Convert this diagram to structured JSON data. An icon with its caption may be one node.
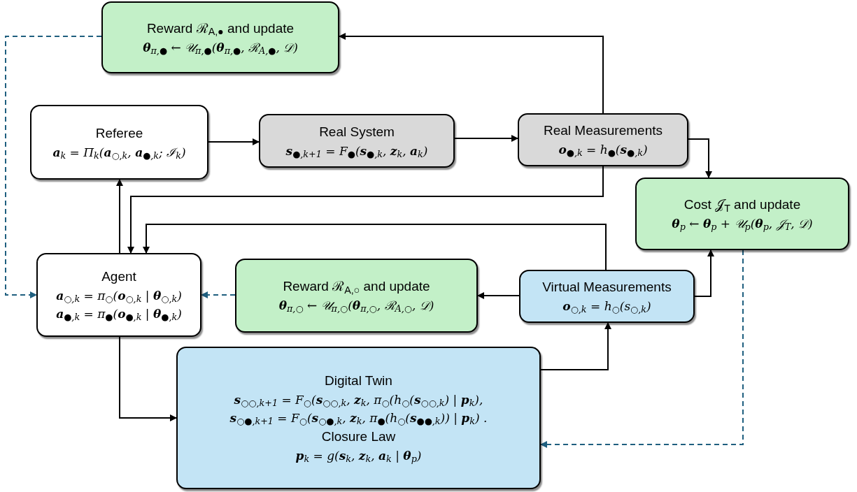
{
  "diagram": {
    "nodes": [
      {
        "text": [
          "Reward ℛ$_{A,●}$ and update",
          "**θ**$_{π,●}$ ← 𝒰$_{π,●}$(**θ**$_{π,●}$, ℛ$_{A,●}$, 𝒟)"
        ]
      },
      {
        "text": [
          "Referee",
          "**a**$_{k}$ = Π$_{k}$(**a**$_{○,k}$, **a**$_{●,k}$; ℐ$_{k}$)"
        ]
      },
      {
        "text": [
          "Real System",
          "**s**$_{●,k+1}$ = F$_{●}$(**s**$_{●,k}$, **z**$_{k}$, **a**$_{k}$)"
        ]
      },
      {
        "text": [
          "Real Measurements",
          "**o**$_{●,k}$ = h$_{●}$(**s**$_{●,k}$)"
        ]
      },
      {
        "text": [
          "Cost 𝒥$_{T}$ and update",
          "**θ**$_{p}$ ← **θ**$_{p}$ + 𝒰$_{p}$(**θ**$_{p}$, 𝒥$_{T}$, 𝒟)"
        ]
      },
      {
        "text": [
          "Agent",
          "**a**$_{○,k}$ = π$_{○}$(**o**$_{○,k}$ | **θ**$_{○,k}$)",
          "**a**$_{●,k}$ = π$_{●}$(**o**$_{●,k}$ | **θ**$_{●,k}$)"
        ]
      },
      {
        "text": [
          "Reward ℛ$_{A,○}$ and update",
          "**θ**$_{π,○}$ ← 𝒰$_{π,○}$(**θ**$_{π,○}$, ℛ$_{A,○}$, 𝒟)"
        ]
      },
      {
        "text": [
          "Virtual Measurements",
          "**o**$_{○,k}$ = h$_{○}$(s$_{○,k}$)"
        ]
      },
      {
        "text": [
          "Digital Twin",
          "**s**$_{○○,k+1}$ = F$_{○}$(**s**$_{○○,k}$, **z**$_{k}$, π$_{○}$(h$_{○}$(**s**$_{○○,k}$) | **p**$_{k}$),",
          "**s**$_{○●,k+1}$ = F$_{○}$(**s**$_{○●,k}$, **z**$_{k}$, π$_{●}$(h$_{○}$(**s**$_{●●,k}$)) | **p**$_{k}$) .",
          "Closure Law",
          "**p**$_{k}$ = g(**s**$_{k}$, **z**$_{k}$, **a**$_{k}$ | **θ**$_{p}$)"
        ]
      }
    ],
    "edges": [
      {
        "from": 1,
        "to": 2,
        "arrow": "to"
      },
      {
        "from": 2,
        "to": 3,
        "arrow": "to"
      },
      {
        "from": 3,
        "to": 0,
        "arrow": "to"
      },
      {
        "from": 3,
        "to": 4,
        "arrow": "to"
      },
      {
        "from": 3,
        "to": 5,
        "arrow": "to"
      },
      {
        "from": 7,
        "to": 5,
        "arrow": "to"
      },
      {
        "from": 5,
        "to": 1,
        "arrow": "to"
      },
      {
        "from": 5,
        "to": 8,
        "arrow": "to"
      },
      {
        "from": 8,
        "to": 7,
        "arrow": "to"
      },
      {
        "from": 7,
        "to": 6,
        "arrow": "to"
      },
      {
        "from": 7,
        "to": 4,
        "arrow": "to"
      },
      {
        "from": 0,
        "to": 5,
        "arrow": "to",
        "style": "dashed",
        "color": "#1f5f7f"
      },
      {
        "from": 6,
        "to": 5,
        "arrow": "to",
        "style": "dashed",
        "color": "#1f5f7f"
      },
      {
        "from": 4,
        "to": 8,
        "arrow": "to",
        "style": "dashed",
        "color": "#1f5f7f"
      }
    ]
  }
}
